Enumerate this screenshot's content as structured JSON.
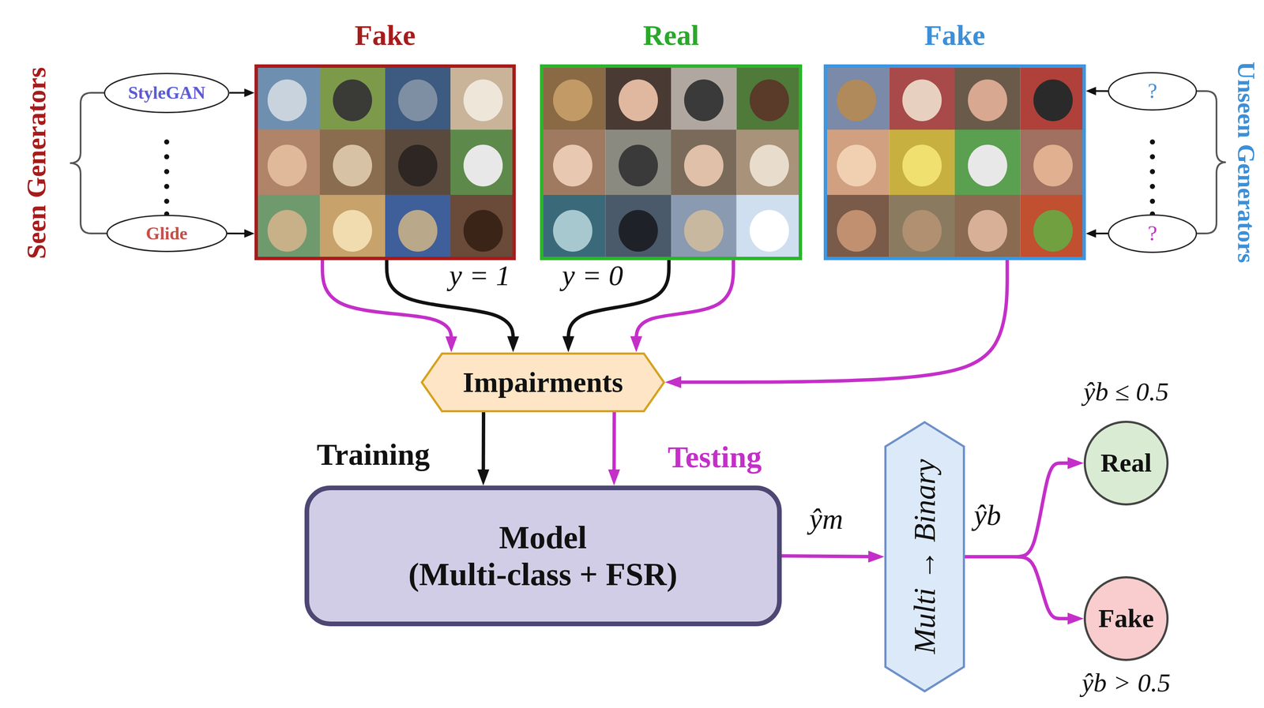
{
  "diagram": {
    "nodes": [
      {
        "text": [
          "StyleGAN"
        ]
      },
      {
        "text": [
          "Glide"
        ]
      },
      {
        "text": [
          "Fake"
        ]
      },
      {
        "text": [
          "Real"
        ]
      },
      {
        "text": [
          "Fake"
        ]
      },
      {
        "text": [
          "?"
        ]
      },
      {
        "text": [
          "?"
        ]
      },
      {
        "text": [
          "Impairments"
        ]
      },
      {
        "text": [
          "Model",
          "(Multi-class + FSR)"
        ]
      },
      {
        "text": [
          "Multi → Binary"
        ]
      },
      {
        "text": [
          "Real"
        ]
      },
      {
        "text": [
          "Fake"
        ]
      }
    ],
    "edges": [
      {
        "from": 0,
        "to": 2,
        "arrow": "to"
      },
      {
        "from": 1,
        "to": 2,
        "arrow": "to"
      },
      {
        "from": 5,
        "to": 4,
        "arrow": "to"
      },
      {
        "from": 6,
        "to": 4,
        "arrow": "to"
      },
      {
        "from": 2,
        "to": 7,
        "arrow": "to"
      },
      {
        "from": 2,
        "to": 7,
        "label": "y = 1",
        "arrow": "to"
      },
      {
        "from": 3,
        "to": 7,
        "label": "y = 0",
        "arrow": "to"
      },
      {
        "from": 3,
        "to": 7,
        "arrow": "to"
      },
      {
        "from": 4,
        "to": 7,
        "arrow": "to"
      },
      {
        "from": 7,
        "to": 8,
        "label": "Training",
        "arrow": "to"
      },
      {
        "from": 7,
        "to": 8,
        "label": "Testing",
        "arrow": "to"
      },
      {
        "from": 8,
        "to": 9,
        "label": "ŷm",
        "arrow": "to"
      },
      {
        "from": 9,
        "to": 10,
        "label": "ŷb",
        "arrow": "to"
      },
      {
        "from": 9,
        "to": 11,
        "arrow": "to"
      }
    ],
    "labels": [
      "Seen Generators",
      "Unseen Generators",
      "ŷb ≤ 0.5",
      "ŷb > 0.5"
    ]
  }
}
